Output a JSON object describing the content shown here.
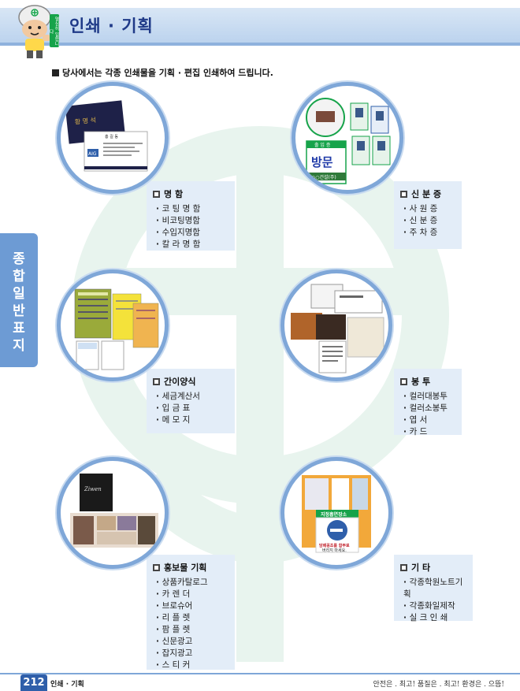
{
  "header": {
    "title": "인쇄 · 기획",
    "badge": "열심히 일합니다"
  },
  "intro": "당사에서는 각종 인쇄물을 기획 · 편집 인쇄하여 드립니다.",
  "side_tab": [
    "종",
    "합",
    "일",
    "반",
    "표",
    "지"
  ],
  "categories": [
    {
      "title": "명 함",
      "items": [
        "코 팅 명 함",
        "비코팅명함",
        "수입지명함",
        "칼 라 명 함"
      ]
    },
    {
      "title": "신 분 증",
      "items": [
        "사 원 증",
        "신 분 증",
        "주 차 증"
      ]
    },
    {
      "title": "간이양식",
      "items": [
        "세금계산서",
        "입 금 표",
        "메 모 지"
      ]
    },
    {
      "title": "봉 투",
      "items": [
        "컬러대봉투",
        "컬러소봉투",
        "엽 서",
        "카 드"
      ]
    },
    {
      "title": "홍보물 기획",
      "items": [
        "상품카탈로그",
        "카 렌 더",
        "브로슈어",
        "리 플 렛",
        "팜 플 렛",
        "신문광고",
        "잡지광고",
        "스 티 커"
      ]
    },
    {
      "title": "기 타",
      "items": [
        "각종학원노트기획",
        "각종화일제작",
        "실 크 인 쇄"
      ]
    }
  ],
  "samples": {
    "namecard": {
      "name": "홍 길 동",
      "logo": "AIG"
    },
    "idcard": {
      "pass_label": "출 입 증",
      "visit": "방문",
      "company": "○○건설(주)"
    },
    "promo": {
      "sign_title": "지정흡연장소",
      "sign_line1": "담배꽁초를 함부로",
      "sign_line2": "버리지 마세요."
    }
  },
  "footer": {
    "page": "212",
    "section": "인쇄 · 기획",
    "slogan": "안전은 . 최고! 품질은 . 최고! 환경은 . 으뜸!"
  }
}
